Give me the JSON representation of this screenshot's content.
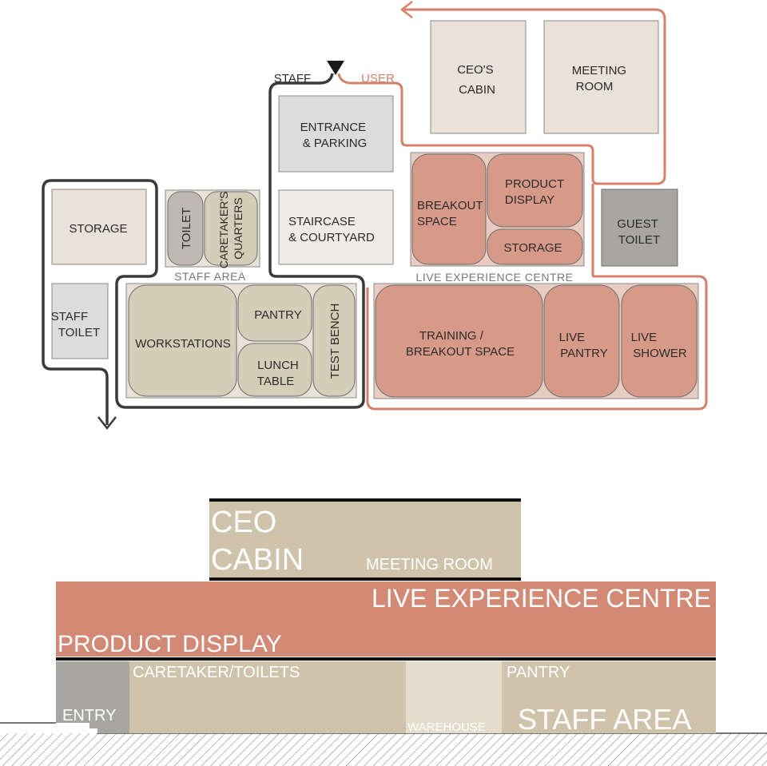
{
  "plan": {
    "legend": {
      "staff": "STAFF",
      "user": "USER"
    },
    "rooms": {
      "ceo_cabin": [
        "CEO'S",
        "CABIN"
      ],
      "meeting_room": [
        "MEETING",
        "ROOM"
      ],
      "entrance_parking": [
        "ENTRANCE",
        "& PARKING"
      ],
      "staircase_courtyard": [
        "STAIRCASE",
        "& COURTYARD"
      ],
      "storage_left": "STORAGE",
      "toilet": "TOILET",
      "caretakers_quarters": [
        "CARETAKER'S",
        "QUARTERS"
      ],
      "staff_toilet": [
        "STAFF",
        "TOILET"
      ],
      "breakout_space": [
        "BREAKOUT",
        "SPACE"
      ],
      "product_display": [
        "PRODUCT",
        "DISPLAY"
      ],
      "storage_right": "STORAGE",
      "guest_toilet": [
        "GUEST",
        "TOILET"
      ],
      "workstations": "WORKSTATIONS",
      "pantry": "PANTRY",
      "lunch_table": [
        "LUNCH",
        "TABLE"
      ],
      "test_bench": "TEST BENCH",
      "training_breakout": [
        "TRAINING /",
        "BREAKOUT SPACE"
      ],
      "live_pantry": [
        "LIVE",
        "PANTRY"
      ],
      "live_shower": [
        "LIVE",
        "SHOWER"
      ]
    },
    "zones": {
      "staff_area": "STAFF AREA",
      "live_experience_centre": "LIVE EXPERIENCE CENTRE"
    }
  },
  "section": {
    "ceo": "CEO",
    "cabin": "CABIN",
    "meeting_room": "MEETING ROOM",
    "live_experience_centre": "LIVE EXPERIENCE CENTRE",
    "product_display": "PRODUCT DISPLAY",
    "caretaker_toilets": "CARETAKER/TOILETS",
    "pantry": "PANTRY",
    "entry": "ENTRY",
    "warehouse": "WAREHOUSE",
    "staff_area": "STAFF AREA"
  },
  "colors": {
    "beige": "#e8e2d8",
    "tan": "#d6cdb8",
    "grey": "#dcdcdc",
    "dark_grey": "#a8a6a3",
    "salmon": "#d89a88",
    "staff_path": "#3a3a3a",
    "user_path": "#d4826c",
    "section_tan": "#cfc4ab",
    "section_salmon": "#d28a77"
  }
}
